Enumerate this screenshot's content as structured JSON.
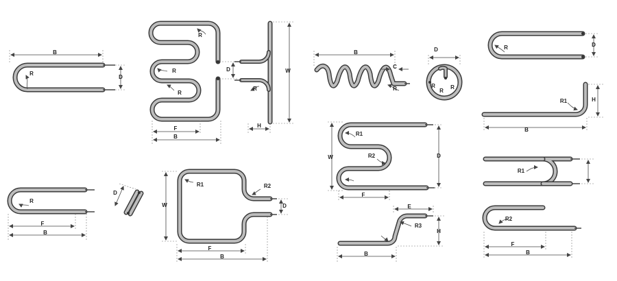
{
  "colors": {
    "tube_outline": "#3a3a3a",
    "tube_fill": "#bdbdbd",
    "dimension": "#444444"
  },
  "labels": {
    "b": "B",
    "d": "D",
    "r": "R",
    "w": "W",
    "f": "F",
    "h": "H",
    "c": "C",
    "e": "E",
    "r1": "R1",
    "r2": "R2",
    "r3": "R3"
  }
}
